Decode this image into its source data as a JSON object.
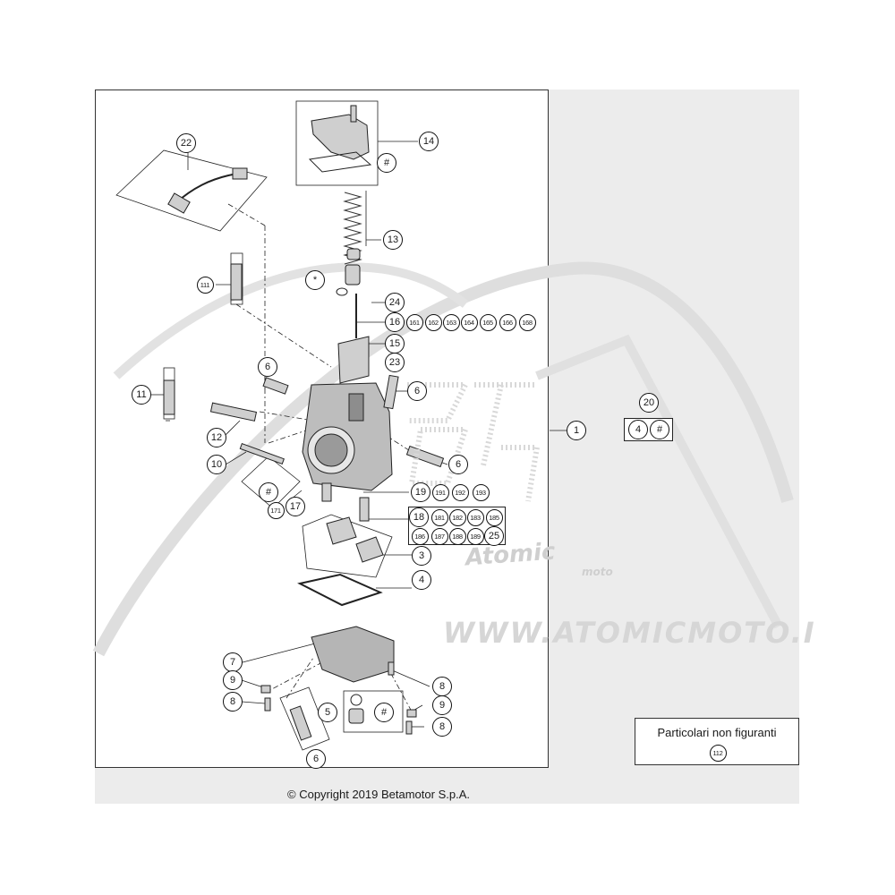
{
  "copyright": "© Copyright 2019 Betamotor S.p.A.",
  "note_box": {
    "title": "Particolari non figuranti",
    "parts": [
      "112"
    ]
  },
  "watermark": {
    "brand": "Atomic",
    "sub": "moto",
    "url": "WWW.ATOMICMOTO.I",
    "color": "#dcdcdc"
  },
  "callouts": {
    "p1": "1",
    "p3": "3",
    "p4": "4",
    "p5": "5",
    "p5hash": "#",
    "p6a": "6",
    "p6b": "6",
    "p6c": "6",
    "p6d": "6",
    "p7": "7",
    "p8a": "8",
    "p8b": "8",
    "p8c": "8",
    "p9a": "9",
    "p9b": "9",
    "p10": "10",
    "p10hash": "#",
    "p11a": "11",
    "p11b": "111",
    "p12": "12",
    "p13": "13",
    "p14": "14",
    "p14hash": "#",
    "p15": "15",
    "p16": "16",
    "p16v1": "161",
    "p16v2": "162",
    "p16v3": "163",
    "p16v4": "164",
    "p16v5": "165",
    "p16v6": "166",
    "p16v7": "168",
    "p17": "17",
    "p171": "171",
    "p18": "18",
    "p181": "181",
    "p182": "182",
    "p183": "183",
    "p185": "185",
    "p186": "186",
    "p187": "187",
    "p188": "188",
    "p189": "189",
    "p25": "25",
    "p19": "19",
    "p191": "191",
    "p192": "192",
    "p193": "193",
    "p20": "20",
    "p20a": "4",
    "p20b": "#",
    "p22": "22",
    "p23": "23",
    "p24": "24",
    "pstar": "*"
  }
}
